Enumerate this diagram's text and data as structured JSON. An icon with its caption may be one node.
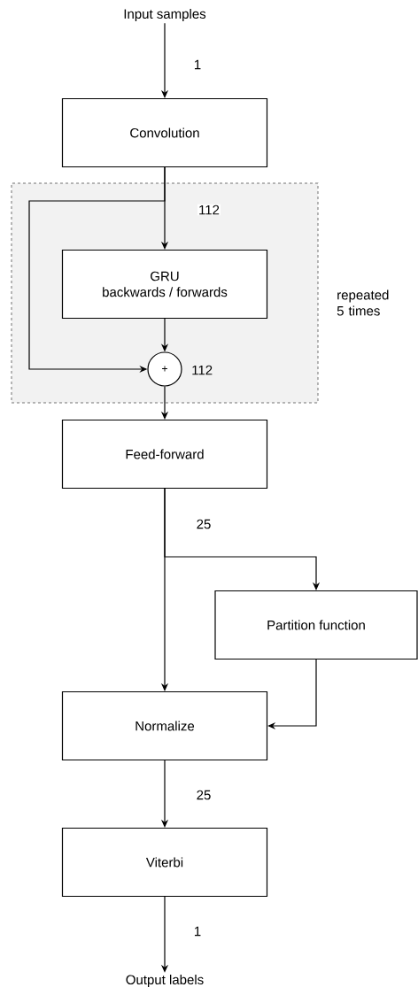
{
  "diagram": {
    "nodes": [
      {
        "text": [
          "Input samples"
        ]
      },
      {
        "text": [
          "Convolution"
        ]
      },
      {
        "text": [],
        "shape": "box",
        "beside": [
          "repeated 5 times"
        ]
      },
      {
        "text": [
          "GRU",
          "backwards / forwards"
        ],
        "in": 2
      },
      {
        "text": [
          "+"
        ],
        "in": 2,
        "beside": [
          "112"
        ]
      },
      {
        "text": [
          "Feed-forward"
        ]
      },
      {
        "text": [
          "Partition function"
        ]
      },
      {
        "text": [
          "Normalize"
        ]
      },
      {
        "text": [
          "Viterbi"
        ]
      },
      {
        "text": [
          "Output labels"
        ]
      }
    ],
    "edges": [
      {
        "from": 0,
        "to": 1,
        "arrow": "to",
        "label": "1"
      },
      {
        "from": 1,
        "to": 3,
        "arrow": "to",
        "label": "112"
      },
      {
        "from": 1,
        "to": 4,
        "arrow": "to"
      },
      {
        "from": 3,
        "to": 4,
        "arrow": "to"
      },
      {
        "from": 4,
        "to": 5,
        "arrow": "to"
      },
      {
        "from": 5,
        "to": 7,
        "arrow": "to",
        "label": "25"
      },
      {
        "from": 5,
        "to": 6,
        "arrow": "to"
      },
      {
        "from": 6,
        "to": 7,
        "arrow": "to"
      },
      {
        "from": 7,
        "to": 8,
        "arrow": "to",
        "label": "25"
      },
      {
        "from": 8,
        "to": 9,
        "arrow": "to",
        "label": "1"
      }
    ]
  }
}
